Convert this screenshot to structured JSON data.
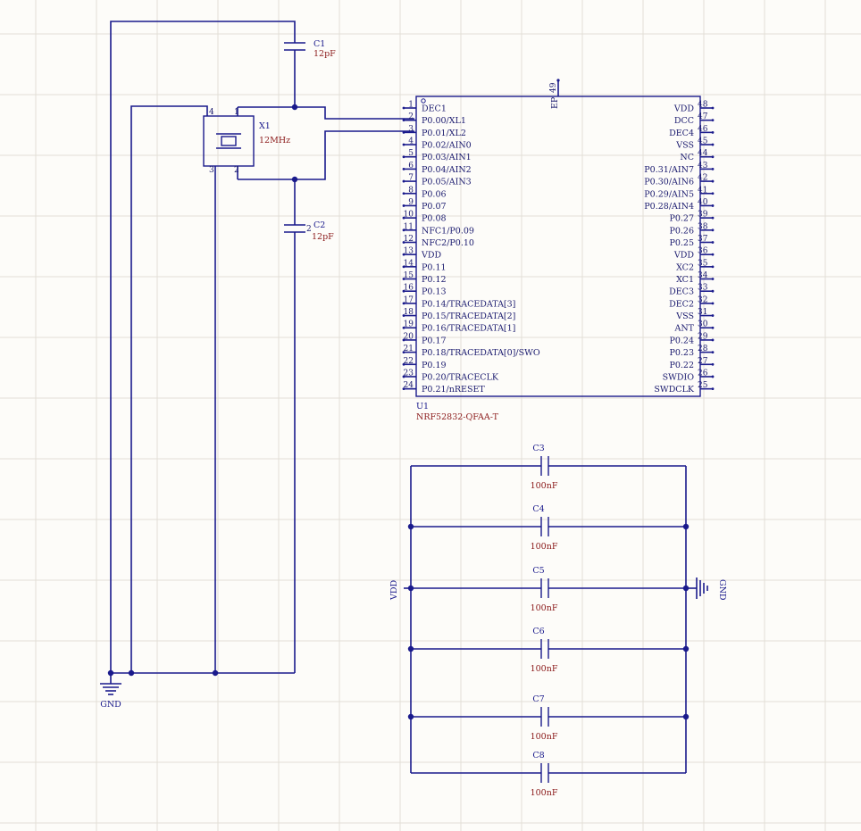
{
  "colors": {
    "wire": "#1a1a8c",
    "value_text": "#8b1a1a",
    "grid": "#e2ded6",
    "background": "#fdfcf9"
  },
  "ic": {
    "designator": "U1",
    "part": "NRF52832-QFAA-T",
    "ep_label": "EP",
    "ep_pin": "49",
    "left_pins": [
      {
        "num": "1",
        "name": "DEC1"
      },
      {
        "num": "2",
        "name": "P0.00/XL1"
      },
      {
        "num": "3",
        "name": "P0.01/XL2"
      },
      {
        "num": "4",
        "name": "P0.02/AIN0"
      },
      {
        "num": "5",
        "name": "P0.03/AIN1"
      },
      {
        "num": "6",
        "name": "P0.04/AIN2"
      },
      {
        "num": "7",
        "name": "P0.05/AIN3"
      },
      {
        "num": "8",
        "name": "P0.06"
      },
      {
        "num": "9",
        "name": "P0.07"
      },
      {
        "num": "10",
        "name": "P0.08"
      },
      {
        "num": "11",
        "name": "NFC1/P0.09"
      },
      {
        "num": "12",
        "name": "NFC2/P0.10"
      },
      {
        "num": "13",
        "name": "VDD"
      },
      {
        "num": "14",
        "name": "P0.11"
      },
      {
        "num": "15",
        "name": "P0.12"
      },
      {
        "num": "16",
        "name": "P0.13"
      },
      {
        "num": "17",
        "name": "P0.14/TRACEDATA[3]"
      },
      {
        "num": "18",
        "name": "P0.15/TRACEDATA[2]"
      },
      {
        "num": "19",
        "name": "P0.16/TRACEDATA[1]"
      },
      {
        "num": "20",
        "name": "P0.17"
      },
      {
        "num": "21",
        "name": "P0.18/TRACEDATA[0]/SWO"
      },
      {
        "num": "22",
        "name": "P0.19"
      },
      {
        "num": "23",
        "name": "P0.20/TRACECLK"
      },
      {
        "num": "24",
        "name": "P0.21/nRESET"
      }
    ],
    "right_pins": [
      {
        "num": "48",
        "name": "VDD"
      },
      {
        "num": "47",
        "name": "DCC"
      },
      {
        "num": "46",
        "name": "DEC4"
      },
      {
        "num": "45",
        "name": "VSS"
      },
      {
        "num": "44",
        "name": "NC"
      },
      {
        "num": "43",
        "name": "P0.31/AIN7"
      },
      {
        "num": "42",
        "name": "P0.30/AIN6"
      },
      {
        "num": "41",
        "name": "P0.29/AIN5"
      },
      {
        "num": "40",
        "name": "P0.28/AIN4"
      },
      {
        "num": "39",
        "name": "P0.27"
      },
      {
        "num": "38",
        "name": "P0.26"
      },
      {
        "num": "37",
        "name": "P0.25"
      },
      {
        "num": "36",
        "name": "VDD"
      },
      {
        "num": "35",
        "name": "XC2"
      },
      {
        "num": "34",
        "name": "XC1"
      },
      {
        "num": "33",
        "name": "DEC3"
      },
      {
        "num": "32",
        "name": "DEC2"
      },
      {
        "num": "31",
        "name": "VSS"
      },
      {
        "num": "30",
        "name": "ANT"
      },
      {
        "num": "29",
        "name": "P0.24"
      },
      {
        "num": "28",
        "name": "P0.23"
      },
      {
        "num": "27",
        "name": "P0.22"
      },
      {
        "num": "26",
        "name": "SWDIO"
      },
      {
        "num": "25",
        "name": "SWDCLK"
      }
    ]
  },
  "crystal": {
    "designator": "X1",
    "value": "12MHz",
    "pins": [
      "1",
      "2",
      "3",
      "4"
    ]
  },
  "load_caps": [
    {
      "designator": "C1",
      "value": "12pF",
      "pin": ""
    },
    {
      "designator": "C2",
      "value": "12pF",
      "pin": "2"
    }
  ],
  "decoupling_caps": [
    {
      "designator": "C3",
      "value": "100nF"
    },
    {
      "designator": "C4",
      "value": "100nF"
    },
    {
      "designator": "C5",
      "value": "100nF"
    },
    {
      "designator": "C6",
      "value": "100nF"
    },
    {
      "designator": "C7",
      "value": "100nF"
    },
    {
      "designator": "C8",
      "value": "100nF"
    }
  ],
  "nets": {
    "gnd_left": "GND",
    "gnd_right": "GND",
    "vdd": "VDD"
  }
}
